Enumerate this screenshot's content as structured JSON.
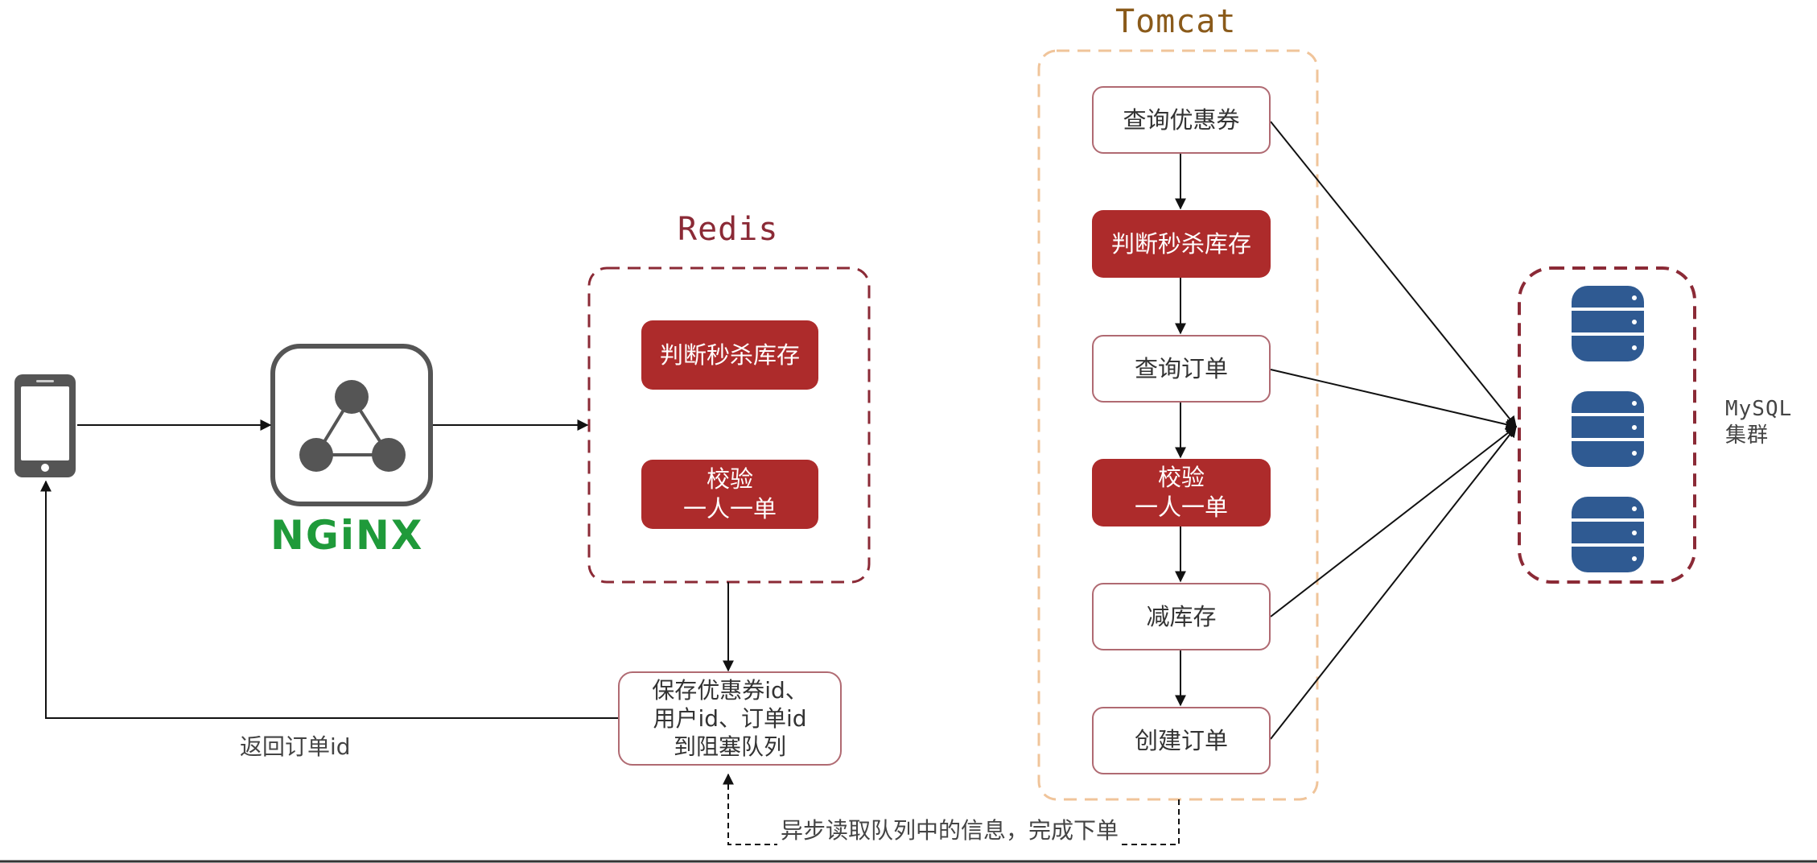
{
  "redis": {
    "title": "Redis",
    "step_stock": "判断秒杀库存",
    "step_check": "校验\n一人一单"
  },
  "tomcat": {
    "title": "Tomcat",
    "step_query_coupon": "查询优惠券",
    "step_stock": "判断秒杀库存",
    "step_query_order": "查询订单",
    "step_check": "校验\n一人一单",
    "step_reduce_stock": "减库存",
    "step_create_order": "创建订单"
  },
  "queue_box": "保存优惠券id、\n用户id、订单id\n到阻塞队列",
  "return_label": "返回订单id",
  "async_label": "异步读取队列中的信息，完成下单",
  "mysql_label": "MySQL\n集群",
  "nginx_label": "NGiNX",
  "colors": {
    "accent_red": "#ad2b2b",
    "redis_border": "#8b2a36",
    "tomcat_border": "#f0c49a",
    "tomcat_title": "#8a5a1a",
    "nginx_green": "#1f9a3a",
    "db_blue": "#2f5a92"
  }
}
